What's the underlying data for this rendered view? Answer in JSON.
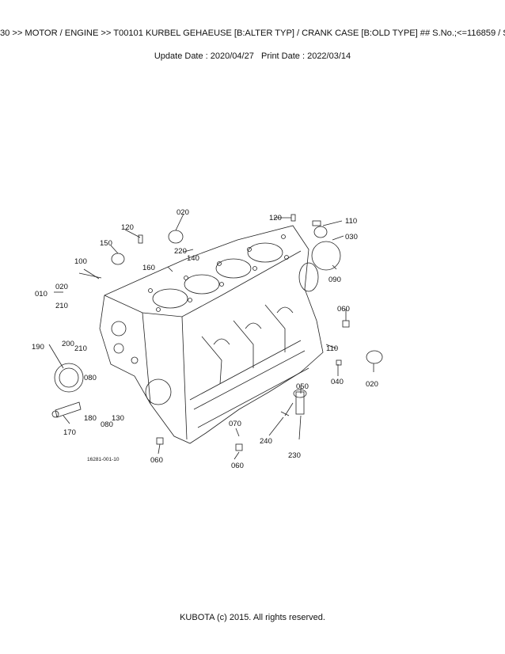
{
  "header": {
    "breadcrumb": "30 >> MOTOR / ENGINE >> T00101   KURBEL GEHAEUSE [B:ALTER TYP] / CRANK CASE [B:OLD TYPE] ## S.No.;<=116859 / S.No",
    "update_label": "Update Date : 2020/04/27",
    "print_label": "Print Date : 2022/03/14"
  },
  "diagram": {
    "drawing_code": "16281-001-10",
    "callouts": [
      "010",
      "020",
      "020",
      "020",
      "030",
      "040",
      "050",
      "060",
      "060",
      "060",
      "070",
      "080",
      "080",
      "090",
      "100",
      "110",
      "110",
      "120",
      "120",
      "130",
      "140",
      "150",
      "160",
      "170",
      "180",
      "190",
      "200",
      "210",
      "210",
      "220",
      "230",
      "240"
    ]
  },
  "footer": {
    "copyright": "KUBOTA (c) 2015. All rights reserved."
  }
}
